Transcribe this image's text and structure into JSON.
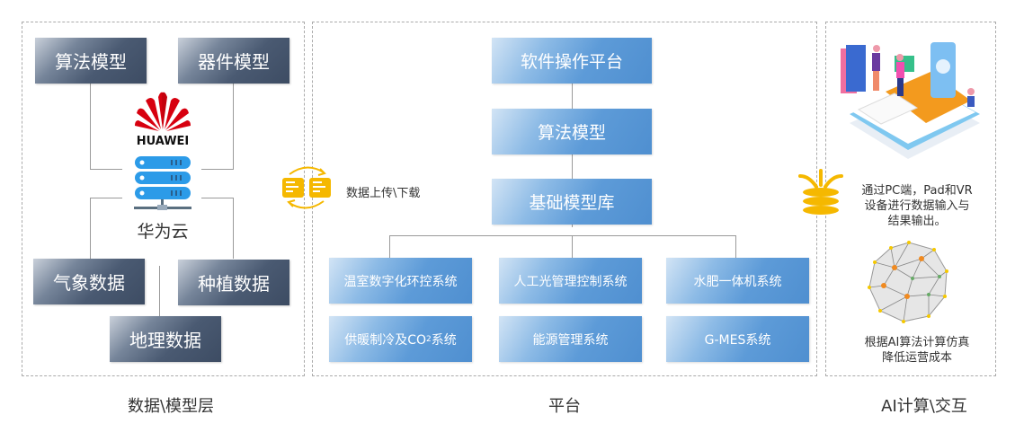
{
  "data_layer": {
    "boxes": [
      "算法模型",
      "器件模型",
      "气象数据",
      "种植数据",
      "地理数据"
    ],
    "logo_text": "HUAWEI",
    "cloud_label": "华为云"
  },
  "transfer_label": "数据上传\\下载",
  "platform": {
    "stack": [
      "软件操作平台",
      "算法模型",
      "基础模型库"
    ],
    "systems": [
      "温室数字化环控系统",
      "人工光管理控制系统",
      "水肥一体机系统",
      "供暖制冷及CO",
      "能源管理系统",
      "G-MES系统"
    ],
    "co2_sub": "2",
    "co2_suffix": "系统"
  },
  "ai": {
    "text1_lines": [
      "通过PC端，Pad和VR",
      "设备进行数据输入与",
      "结果输出。"
    ],
    "text2_lines": [
      "根据AI算法计算仿真",
      "降低运营成本"
    ]
  },
  "captions": [
    "数据\\模型层",
    "平台",
    "AI计算\\交互"
  ],
  "colors": {
    "dark_box": "#3d4c63",
    "blue_box": "#5d9bd8",
    "accent": "#f5b800"
  }
}
